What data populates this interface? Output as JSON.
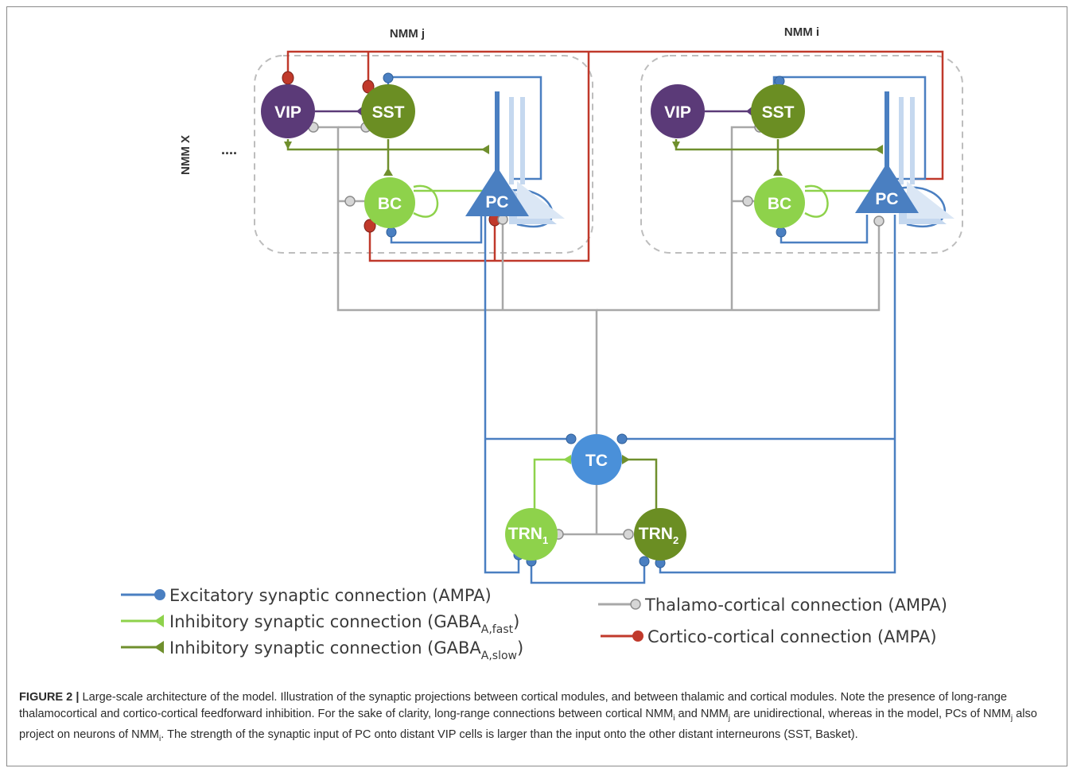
{
  "modules": {
    "j_title": "NMM j",
    "i_title": "NMM i",
    "x_title": "NMM X",
    "ellipsis": "...."
  },
  "nodes": {
    "vip": "VIP",
    "sst": "SST",
    "bc": "BC",
    "pc": "PC",
    "tc": "TC",
    "trn1_base": "TRN",
    "trn1_sub": "1",
    "trn2_base": "TRN",
    "trn2_sub": "2"
  },
  "legend": {
    "excitatory": "Excitatory synaptic connection (AMPA)",
    "inhib_fast_base": "Inhibitory synaptic connection (GABA",
    "inhib_fast_sub": "A,fast",
    "inhib_slow_base": "Inhibitory synaptic connection (GABA",
    "inhib_slow_sub": "A,slow",
    "close_paren": ")",
    "thalamo": "Thalamo-cortical connection (AMPA)",
    "cortico": "Cortico-cortical connection (AMPA)"
  },
  "colors": {
    "excitatory": "#4a7fc1",
    "inhib_fast": "#8ed24b",
    "inhib_slow": "#6f8f2d",
    "thalamo": "#a8a8a8",
    "cortico": "#c0392b",
    "vip_fill": "#5b3a78",
    "sst_fill": "#6b8e23",
    "bc_fill": "#8ed24b",
    "pc_fill": "#4a7fc1",
    "tc_fill": "#4a90d9"
  },
  "caption": {
    "fig_num": "FIGURE 2 |",
    "text_1": " Large-scale architecture of the model. Illustration of the synaptic projections between cortical modules, and between thalamic and cortical modules. Note the presence of long-range thalamocortical and cortico-cortical feedforward inhibition. For the sake of clarity, long-range connections between cortical NMM",
    "sub_i1": "i",
    "text_2": " and NMM",
    "sub_j1": "j",
    "text_3": " are unidirectional, whereas in the model, PCs of NMM",
    "sub_j2": "j",
    "text_4": " also project on neurons of NMM",
    "sub_i2": "i",
    "text_5": ". The strength of the synaptic input of PC onto distant VIP cells is larger than the input onto the other distant interneurons (SST, Basket)."
  }
}
